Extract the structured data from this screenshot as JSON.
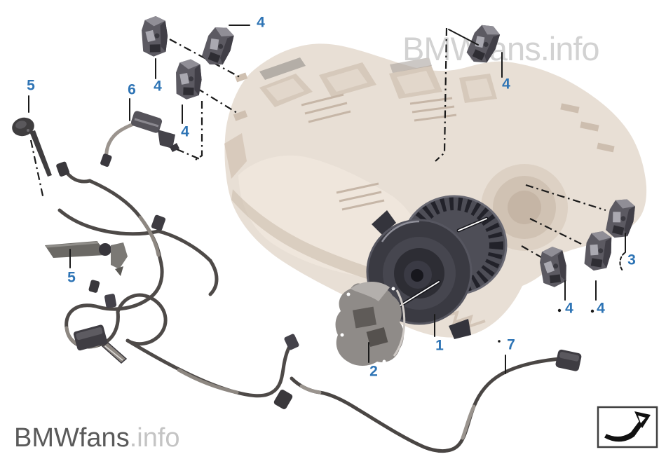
{
  "watermark": {
    "top_right": "BMWfans.info",
    "bottom_left_brand": "BMWfans",
    "bottom_left_suffix": ".info"
  },
  "callouts": [
    {
      "text": "1"
    },
    {
      "text": "2"
    },
    {
      "text": "3"
    },
    {
      "text": "4"
    },
    {
      "text": "4"
    },
    {
      "text": "4"
    },
    {
      "text": "4"
    },
    {
      "text": "4"
    },
    {
      "text": "4"
    },
    {
      "text": "5"
    },
    {
      "text": "5"
    },
    {
      "text": "6"
    },
    {
      "text": "7"
    }
  ],
  "icons": {
    "direction_arrow": "bent-arrow-up-right-icon"
  },
  "colors": {
    "callout_blue": "#2e74b5",
    "watermark_light": "#d2d2d2",
    "watermark_dark": "#5a5a5a",
    "housing_beige": "#e8dfd5",
    "part_dark_gray": "#5c5a62",
    "line_black": "#1a1a1a"
  }
}
